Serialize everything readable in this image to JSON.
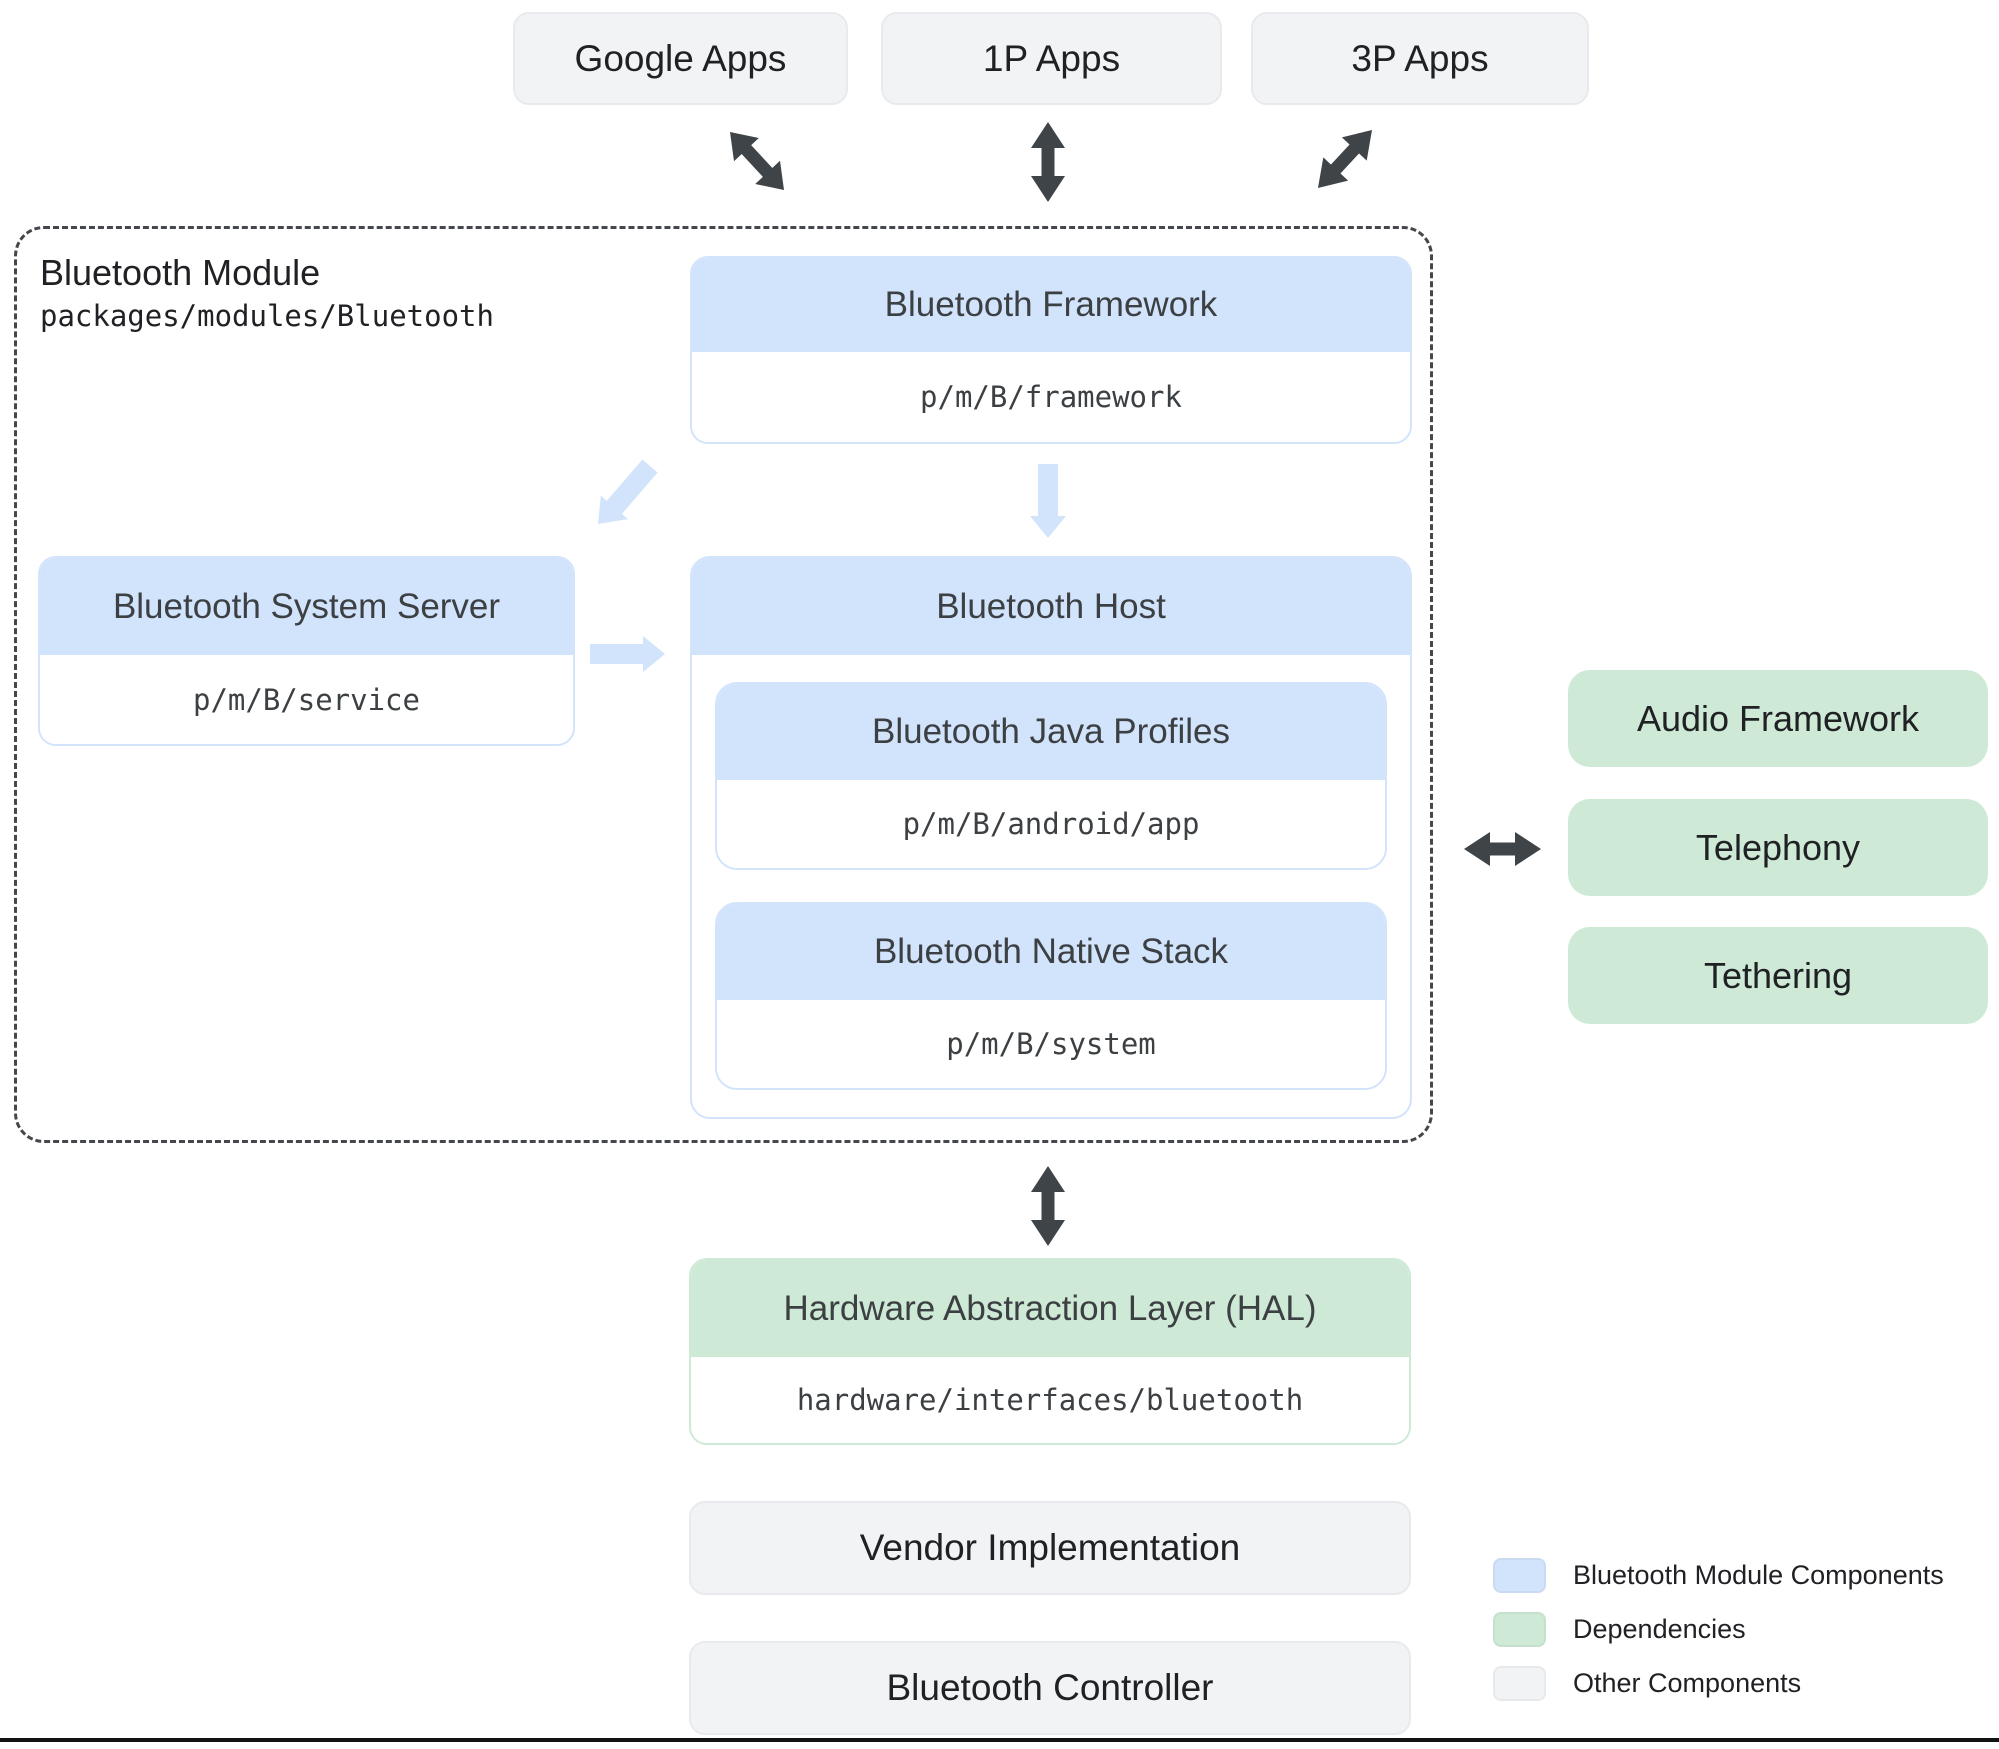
{
  "top_apps": [
    {
      "label": "Google Apps"
    },
    {
      "label": "1P Apps"
    },
    {
      "label": "3P Apps"
    }
  ],
  "module": {
    "title": "Bluetooth Module",
    "path": "packages/modules/Bluetooth",
    "framework": {
      "title": "Bluetooth Framework",
      "path": "p/m/B/framework"
    },
    "system_server": {
      "title": "Bluetooth System Server",
      "path": "p/m/B/service"
    },
    "host": {
      "title": "Bluetooth Host",
      "children": [
        {
          "title": "Bluetooth Java Profiles",
          "path": "p/m/B/android/app"
        },
        {
          "title": "Bluetooth Native Stack",
          "path": "p/m/B/system"
        }
      ]
    }
  },
  "dependencies": [
    {
      "label": "Audio Framework"
    },
    {
      "label": "Telephony"
    },
    {
      "label": "Tethering"
    }
  ],
  "hal": {
    "title": "Hardware Abstraction Layer (HAL)",
    "path": "hardware/interfaces/bluetooth"
  },
  "other_components": [
    {
      "label": "Vendor Implementation"
    },
    {
      "label": "Bluetooth Controller"
    }
  ],
  "legend": [
    {
      "label": "Bluetooth Module Components",
      "color": "#d2e3fc"
    },
    {
      "label": "Dependencies",
      "color": "#ceead6"
    },
    {
      "label": "Other Components",
      "color": "#f1f3f4"
    }
  ],
  "colors": {
    "module_component_fill": "#d2e3fc",
    "dependency_fill": "#ceead6",
    "other_component_fill": "#f1f3f4",
    "dark_arrow": "#3f4449",
    "light_arrow": "#d2e3fc"
  },
  "icons": {
    "double-arrow-icon": "↕",
    "single-arrow-icon": "→"
  }
}
